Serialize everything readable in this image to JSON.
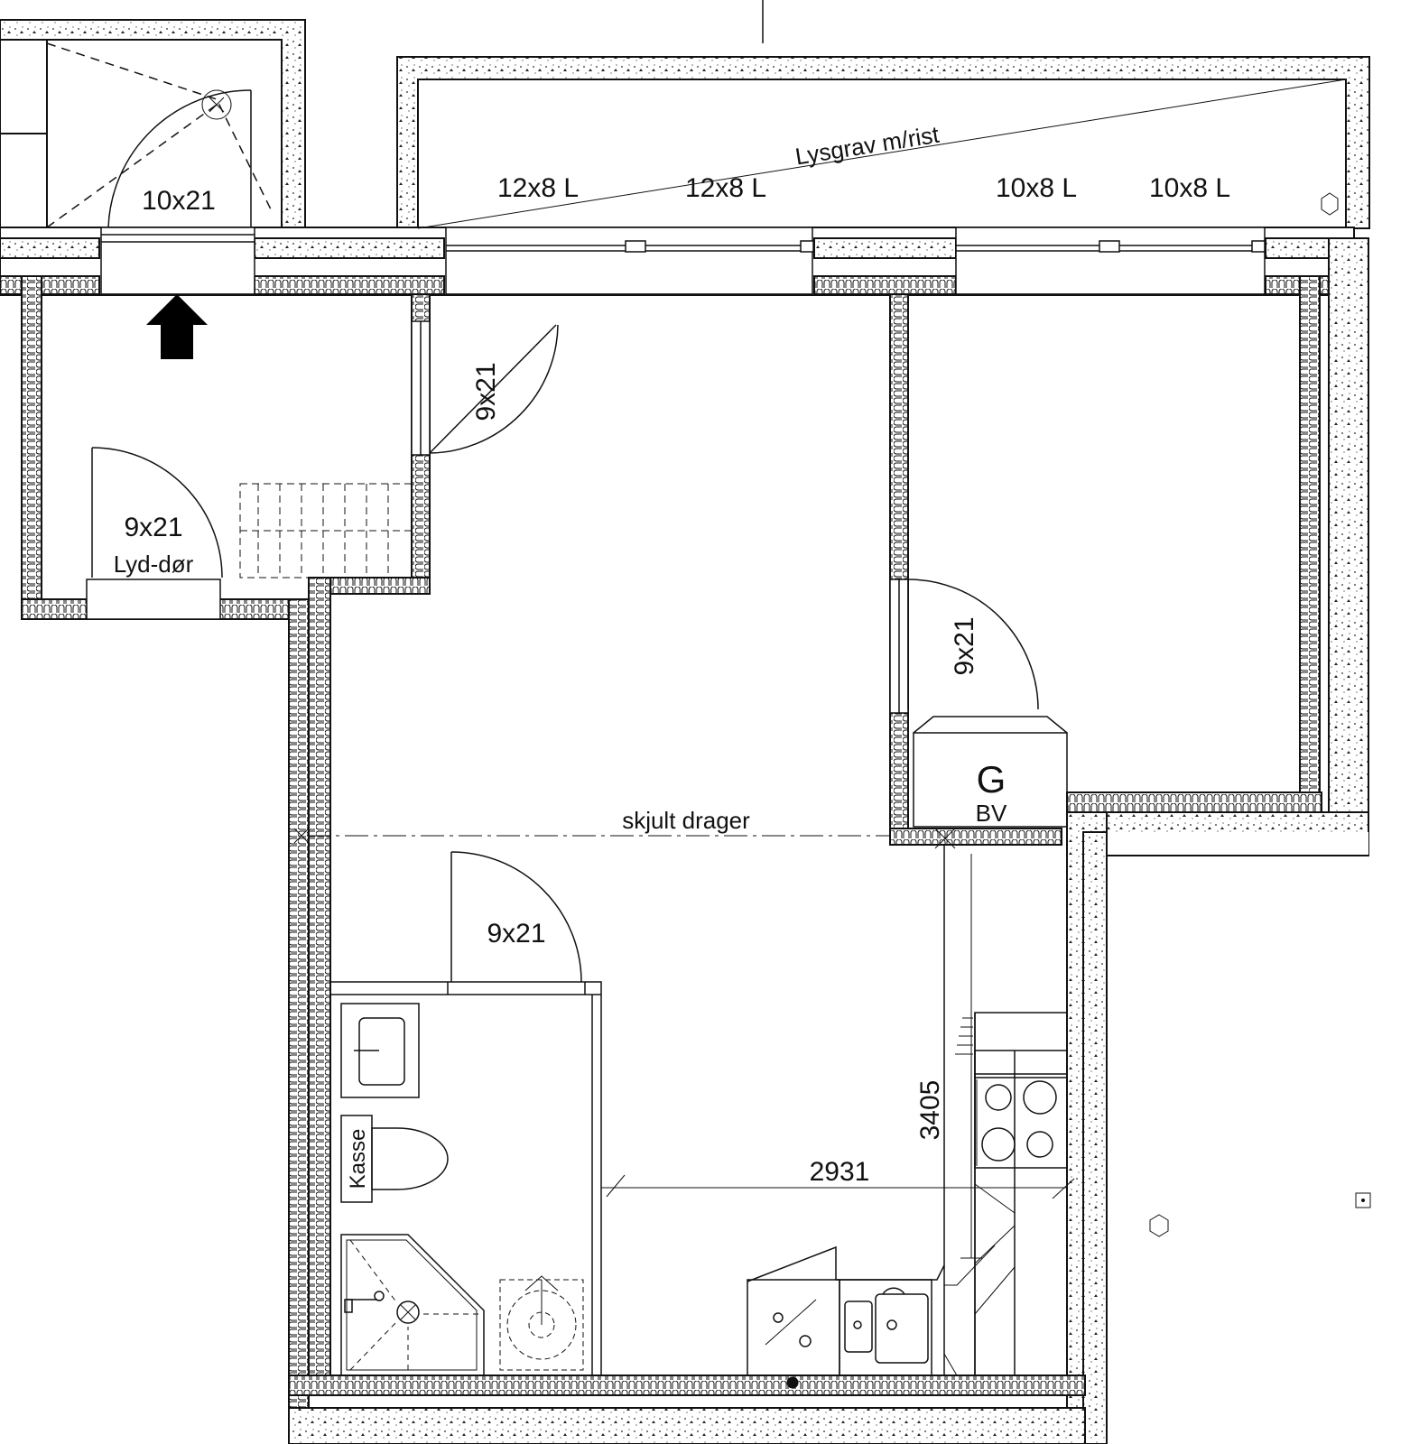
{
  "labels": {
    "door_top": "10x21",
    "lightwell": "Lysgrav m/rist",
    "window_1": "12x8 L",
    "window_2": "12x8 L",
    "window_3": "10x8 L",
    "window_4": "10x8 L",
    "door_left": "9x21",
    "door_left_note": "Lyd-dør",
    "door_hall": "9x21",
    "door_right": "9x21",
    "door_bath": "9x21",
    "boiler": "G",
    "boiler_note": "BV",
    "beam": "skjult drager",
    "cistern": "Kasse",
    "dim_width": "2931",
    "dim_height": "3405"
  },
  "icons": {
    "entrance_arrow": "arrow-up-icon",
    "basin": "washbasin-icon",
    "toilet": "toilet-icon",
    "shower": "shower-icon",
    "washer": "washing-machine-icon",
    "hob": "cooktop-icon",
    "kitchen_sink": "kitchen-sink-icon"
  }
}
